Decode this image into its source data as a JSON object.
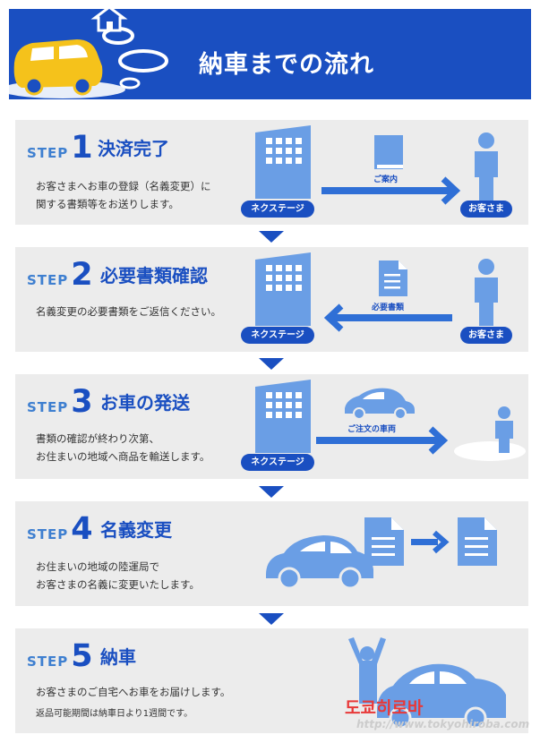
{
  "header": {
    "title": "納車までの流れ"
  },
  "steps": [
    {
      "word": "STEP",
      "number": "1",
      "title": "決済完了",
      "description": [
        "お客さまへお車の登録（名義変更）に",
        "関する書類等をお送りします。"
      ],
      "company": "ネクステージ",
      "arrow_label": "ご案内",
      "customer": "お客さま"
    },
    {
      "word": "STEP",
      "number": "2",
      "title": "必要書類確認",
      "description": [
        "名義変更の必要書類をご返信ください。"
      ],
      "company": "ネクステージ",
      "arrow_label": "必要書類",
      "customer": "お客さま"
    },
    {
      "word": "STEP",
      "number": "3",
      "title": "お車の発送",
      "description": [
        "書類の確認が終わり次第、",
        "お住まいの地域へ商品を輸送します。"
      ],
      "company": "ネクステージ",
      "arrow_label": "ご注文の車両"
    },
    {
      "word": "STEP",
      "number": "4",
      "title": "名義変更",
      "description": [
        "お住まいの地域の陸運局で",
        "お客さまの名義に変更いたします。"
      ]
    },
    {
      "word": "STEP",
      "number": "5",
      "title": "納車",
      "description": [
        "お客さまのご自宅へお車をお届けします。"
      ],
      "note": "返品可能期間は納車日より1週間です。"
    }
  ],
  "watermark": {
    "brand": "도쿄히로바",
    "url": "http://www.tokyohiroba.com"
  },
  "colors": {
    "primary": "#1a4fc1",
    "accent": "#3e7fd0",
    "icon": "#6a9ee5",
    "panel": "#ececec",
    "header_car": "#f5c21b"
  }
}
